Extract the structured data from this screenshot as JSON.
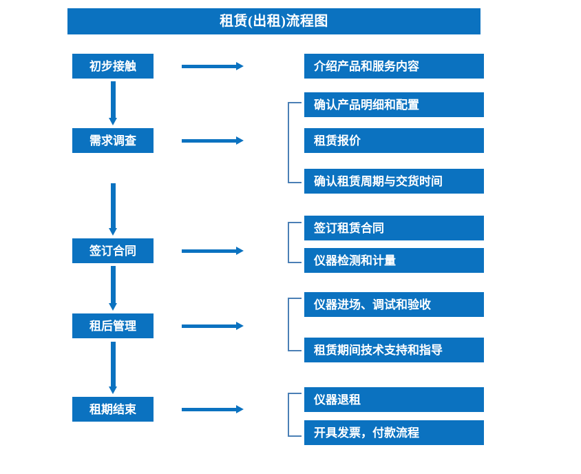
{
  "diagram": {
    "title": "租赁(出租)流程图",
    "colors": {
      "box_fill": "#0b72c0",
      "box_text": "#ffffff",
      "arrow": "#0b72c0",
      "bracket": "#4a7fb5",
      "background": "#ffffff"
    },
    "stages": [
      {
        "label": "初步接触"
      },
      {
        "label": "需求调查"
      },
      {
        "label": "签订合同"
      },
      {
        "label": "租后管理"
      },
      {
        "label": "租期结束"
      }
    ],
    "details": [
      {
        "label": "介绍产品和服务内容"
      },
      {
        "label": "确认产品明细和配置"
      },
      {
        "label": "租赁报价"
      },
      {
        "label": "确认租赁周期与交货时间"
      },
      {
        "label": "签订租赁合同"
      },
      {
        "label": "仪器检测和计量"
      },
      {
        "label": "仪器进场、调试和验收"
      },
      {
        "label": "租赁期间技术支持和指导"
      },
      {
        "label": "仪器退租"
      },
      {
        "label": "开具发票，付款流程"
      }
    ]
  },
  "chart_data": {
    "type": "flowchart",
    "title": "租赁(出租)流程图",
    "orientation": "vertical",
    "nodes": [
      {
        "id": "s1",
        "label": "初步接触",
        "column": "stage",
        "order": 1
      },
      {
        "id": "s2",
        "label": "需求调查",
        "column": "stage",
        "order": 2
      },
      {
        "id": "s3",
        "label": "签订合同",
        "column": "stage",
        "order": 3
      },
      {
        "id": "s4",
        "label": "租后管理",
        "column": "stage",
        "order": 4
      },
      {
        "id": "s5",
        "label": "租期结束",
        "column": "stage",
        "order": 5
      },
      {
        "id": "d1",
        "label": "介绍产品和服务内容",
        "column": "detail",
        "parent": "s1"
      },
      {
        "id": "d2",
        "label": "确认产品明细和配置",
        "column": "detail",
        "parent": "s2"
      },
      {
        "id": "d3",
        "label": "租赁报价",
        "column": "detail",
        "parent": "s2"
      },
      {
        "id": "d4",
        "label": "确认租赁周期与交货时间",
        "column": "detail",
        "parent": "s2"
      },
      {
        "id": "d5",
        "label": "签订租赁合同",
        "column": "detail",
        "parent": "s3"
      },
      {
        "id": "d6",
        "label": "仪器检测和计量",
        "column": "detail",
        "parent": "s3"
      },
      {
        "id": "d7",
        "label": "仪器进场、调试和验收",
        "column": "detail",
        "parent": "s4"
      },
      {
        "id": "d8",
        "label": "租赁期间技术支持和指导",
        "column": "detail",
        "parent": "s4"
      },
      {
        "id": "d9",
        "label": "仪器退租",
        "column": "detail",
        "parent": "s5"
      },
      {
        "id": "d10",
        "label": "开具发票，付款流程",
        "column": "detail",
        "parent": "s5"
      }
    ],
    "edges": [
      {
        "from": "s1",
        "to": "s2",
        "type": "vertical-arrow"
      },
      {
        "from": "s2",
        "to": "s3",
        "type": "vertical-arrow"
      },
      {
        "from": "s3",
        "to": "s4",
        "type": "vertical-arrow"
      },
      {
        "from": "s4",
        "to": "s5",
        "type": "vertical-arrow"
      },
      {
        "from": "s1",
        "to": "d1",
        "type": "horizontal-arrow"
      },
      {
        "from": "s2",
        "to": "d2,d3,d4",
        "type": "horizontal-arrow-bracket"
      },
      {
        "from": "s3",
        "to": "d5,d6",
        "type": "horizontal-arrow-bracket"
      },
      {
        "from": "s4",
        "to": "d7,d8",
        "type": "horizontal-arrow-bracket"
      },
      {
        "from": "s5",
        "to": "d9,d10",
        "type": "horizontal-arrow-bracket"
      }
    ]
  }
}
